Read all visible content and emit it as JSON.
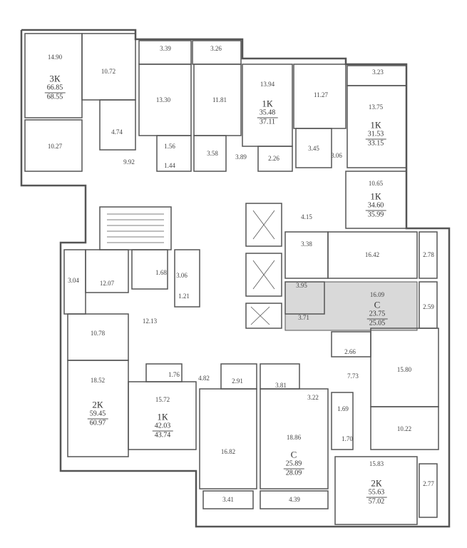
{
  "highlight_color": "#d9d9d9",
  "rooms": {
    "r1": "14.90",
    "r2": "10.72",
    "r3": "10.27",
    "r4": "4.74",
    "r5": "9.92",
    "r6": "3.39",
    "r7": "3.26",
    "r8": "13.30",
    "r9": "11.81",
    "r10": "1.56",
    "r11": "1.44",
    "r12": "3.58",
    "r13": "3.89",
    "r14": "13.94",
    "r15": "2.26",
    "r16": "11.27",
    "r17": "3.45",
    "r18": "3.06",
    "r19": "3.23",
    "r20": "13.75",
    "r21": "10.65",
    "r22": "4.15",
    "r23": "3.38",
    "r24": "16.42",
    "r25": "2.78",
    "r26": "3.95",
    "r27": "16.09",
    "r28": "2.59",
    "r29": "3.71",
    "r30": "3.04",
    "r31": "12.07",
    "r32": "1.68",
    "r33": "3.06",
    "r34": "1.21",
    "r35": "12.13",
    "r36": "10.78",
    "r37": "18.52",
    "r38": "1.76",
    "r39": "4.82",
    "r40": "15.72",
    "r41": "2.91",
    "r42": "3.81",
    "r43": "3.22",
    "r44": "2.66",
    "r45": "7.73",
    "r46": "15.80",
    "r47": "1.69",
    "r48": "1.70",
    "r49": "10.22",
    "r50": "16.82",
    "r51": "18.86",
    "r52": "3.41",
    "r53": "4.39",
    "r54": "15.83",
    "r55": "2.77"
  },
  "flats": [
    {
      "type": "3К",
      "living": "66.85",
      "total": "68.55"
    },
    {
      "type": "1К",
      "living": "35.48",
      "total": "37.11"
    },
    {
      "type": "1К",
      "living": "31.53",
      "total": "33.15"
    },
    {
      "type": "1К",
      "living": "34.60",
      "total": "35.99"
    },
    {
      "type": "С",
      "living": "23.75",
      "total": "25.05"
    },
    {
      "type": "2К",
      "living": "59.45",
      "total": "60.97"
    },
    {
      "type": "1К",
      "living": "42.03",
      "total": "43.74"
    },
    {
      "type": "С",
      "living": "25.89",
      "total": "28.09"
    },
    {
      "type": "2К",
      "living": "55.63",
      "total": "57.02"
    }
  ]
}
